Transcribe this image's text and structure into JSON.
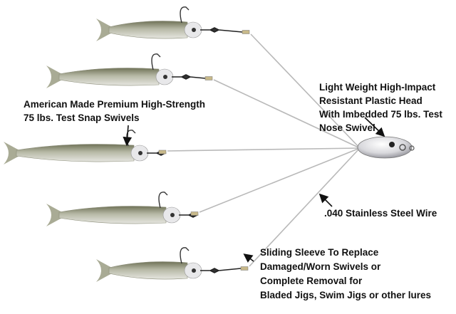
{
  "callouts": {
    "head": [
      "Light Weight High-Impact",
      "Resistant Plastic Head",
      "With Imbedded 75 lbs. Test",
      "Nose Swivel"
    ],
    "swivels": [
      "American Made Premium High-Strength",
      "75 lbs. Test Snap Swivels"
    ],
    "wire": [
      ".040 Stainless Steel Wire"
    ],
    "sleeve": [
      "Sliding Sleeve To Replace",
      "Damaged/Worn Swivels or",
      "Complete Removal for",
      "Bladed Jigs, Swim Jigs or other lures"
    ]
  },
  "colors": {
    "lure_body": "#c9ccc0",
    "lure_back": "#7d7f62",
    "wire": "#b9b9b9",
    "text": "#111111"
  }
}
